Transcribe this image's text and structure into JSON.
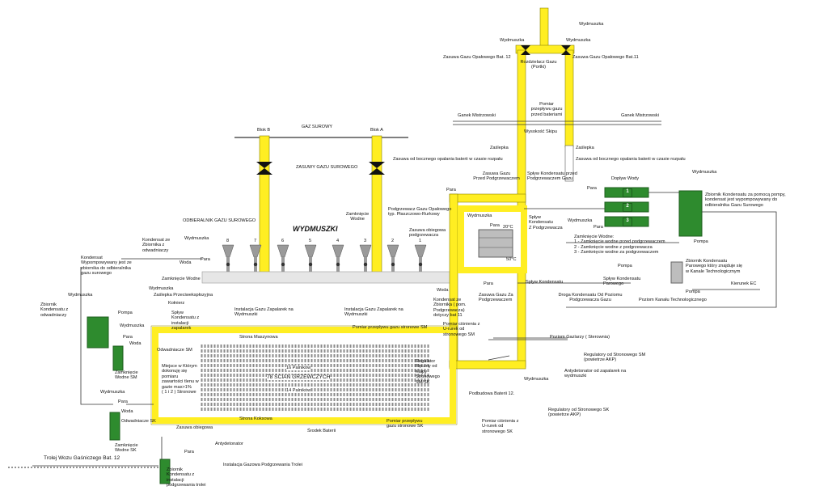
{
  "diagram": {
    "header": {
      "gaz_surowy": "GAZ SUROWY",
      "blok_b": "Blok B",
      "blok_a": "Blok A",
      "zasuwy": "ZASUWY GAZU SUROWEGO",
      "odbieralnik": "ODBIERALNIK GAZU SUROWEGO",
      "wydmuszki": "WYDMUSZKI",
      "burner_numbers": [
        "8",
        "7",
        "6",
        "5",
        "4",
        "3",
        "2",
        "1"
      ]
    },
    "top": {
      "wydmuszka_top": "Wydmuszka",
      "wydmuszka_l": "Wydmuszka",
      "wydmuszka_r": "Wydmuszka",
      "zasuwa12": "Zasuwa Gazu Opałowego Bat. 12",
      "zasuwa11": "Zasuwa Gazu Opałowego Bat.11",
      "rozdzielacz": "Rozdzielacz Gazu\n(Portki)",
      "pomiar_przeplywu": "Pomiar\nprzepływu gazu\nprzed bateriami",
      "ganek_l": "Ganek Mistrzowski",
      "ganek_r": "Ganek Mistrzowski",
      "wysokosc": "Wysokość Skipu",
      "zaslepka_l": "Zaślepka",
      "zaslepka_r": "Zaślepka",
      "zasuwa_boczna_l": "Zasuwa od bocznego opalania baterii w czasie rozpału",
      "zasuwa_boczna_r": "Zasuwa od bocznego opalania baterii w czasie rozpału"
    },
    "right": {
      "zasuwa_przed": "Zasuwa Gazu\nPrzed Podgrzewaczem",
      "splyw_przed": "Spływ Kondensatu przed\nPodgrzewaczem Gazu",
      "para1": "Para",
      "doplyw_wody": "Dopływ Wody",
      "para_a": "Para",
      "podgrzewacz": "Podgrzewacz Gazu Opałowego\ntyp. Płaszczowo-Rurkowy",
      "wydmuszka": "Wydmuszka",
      "para2": "Para",
      "splyw_z": "Spływ\nKondensatu\nZ Podgrzewacza",
      "wydmuszka2": "Wydmuszka",
      "para3": "Para",
      "zasuwa_obiegowa": "Zasuwa obiegowa\npodgrzewacza",
      "temp_20": "20°C",
      "temp_50": "50°C",
      "zamkniecie_wodne": "Zamknięcie\nWodne",
      "zamkniecia_list": "Zamknięcie Wodne:\n1 - Zamknięcie wodne przed podgrzewaczem\n2 - Zamknięcie wodne z podgrzewacza\n3 - Zamknięcie wodne za podgrzewaczem",
      "zbiornik_pompy": "Zbiornik Kondensatu za pomocą pompy,\nkondensat jest wypompowywany do\nodbieralnika Gazu Surowego",
      "wydmuszka3": "Wydmuszka",
      "pompa1": "Pompa",
      "pompa2": "Pompa",
      "pompa3": "Pompa",
      "zbiornik_parowy": "Zbiornik Kondensatu\nParowego który znajduje się\nw Kanale Technologicznym",
      "splyw_parowy": "Spływ Kondensatu\nParowego",
      "kierunek": "Kierunek EC",
      "splyw_kond": "Spływ Kondensatu",
      "para4": "Para",
      "zasuwa_za": "Zasuwa Gazu Za\nPodgrzewaczem",
      "droga": "Droga Kondensatu Od Poziomu\nPodgrzewacza Gazu",
      "poziom_kanalu": "Poziom Kanału Technologicznego",
      "poziom_gazlary": "Poziom Gazlarzy ( Sterownia)",
      "regulatory_sm": "Regulatory od Stronowego SM\n(powietrze AKP)",
      "antydet": "Antydetonator od zapalarek na\nwydmuszki",
      "wydmuszka4": "Wydmuszka",
      "podbudowa": "Podbudowa Baterii 12.",
      "regulatory_sk": "Regulatory od Stronowego SK\n(powietrze AKP)",
      "pomiar_cisnienia_sk": "Pomiar ciśnienia z\nU-rurek od\nstronowego SK",
      "pomiar_przeplywu_sk": "Pomiar przepływu\ngazu stronowe SK",
      "kondensat_zbiornika": "Kondensat ze\nZbiornika ( pom.\nPodgrzewacza)\ndotyczy bat 11",
      "woda": "Woda"
    },
    "left": {
      "kondensat_ze": "Kondensat ze\nZbiornika z\nodwadniaczy",
      "wydmuszka_a": "Wydmuszka",
      "para_a": "Para",
      "woda_a": "Woda",
      "kondensat_wypomp": "Kondensat\nWypompowywany jest ze\nzbiornika do odbieralnika\ngazu surowego",
      "zamkniecie_wodne": "Zamknięcie Wodne",
      "wydmuszka_b": "Wydmuszka",
      "wydmuszka_c": "Wydmuszka",
      "zaslepka_p": "Zaślepka Przeciwekspłozyjna",
      "kolnierz": "Kołnierz",
      "zbiornik_odw": "Zbiornik\nKondensatu z\nodwadniaczy",
      "pompa": "Pompa",
      "splyw_zapalarek": "Spływ\nKondensatu z\ninstalacji\nzapalarek",
      "wydmuszka_d": "Wydmuszka",
      "para_d": "Para",
      "woda_d": "Woda",
      "odwadniacze_sm": "Odwadniacze SM",
      "zamkniecie_sm": "Zamknięcie\nWodne SM",
      "wydmuszka_e": "Wydmuszka",
      "para_e": "Para",
      "woda_e": "Woda",
      "odwadniacze_sk": "Odwadniacze SK",
      "zamkniecie_sk": "Zamknięcie\nWodne SK",
      "trolej": "Trolej Wozu Gaśniczego Bat. 12",
      "zasuwa_obiegowa": "Zasuwa obiegowa",
      "antydetonator": "Antydetonator",
      "para_f": "Para",
      "instalacja_trolei": "Instalacja Gazowa Podgrzewania Trolei",
      "zbiornik_trolei": "Zbiornik\nKondensatu z\ninstalacji\npodgrzewania trolei"
    },
    "battery": {
      "inst_zapalarek_l": "Instalacja Gazu Zapalarek na\nWydmuszki",
      "inst_zapalarek_r": "Instalacja Gazu Zapalarek na\nWydmuszki",
      "strona_maszynowa": "Strona Maszynowa",
      "pomiar_sm": "Pomiar przepływu gazu stronowe SM",
      "pomiar_cisnienia_sm": "Pomiar ciśnienia z\nU-rurek od\nstronowego SM",
      "miejsce": "Miejsce w Którym\ndokonuję się\npomiaru\nzawartości tlenu w\ngazie max>1%\n( 1 i 2 ) Stronowe",
      "palnikow_16": "16 Palników",
      "sciany": "78 ŚCIAN GRZEWCZYCH",
      "palnikow_14": "14 Palników",
      "regulator": "Regulator\nRęczny od\nKlapy\nStronowego\nSM/SK",
      "strona_koksowa": "Strona Koksowa",
      "srodek": "Środek Baterii"
    }
  }
}
